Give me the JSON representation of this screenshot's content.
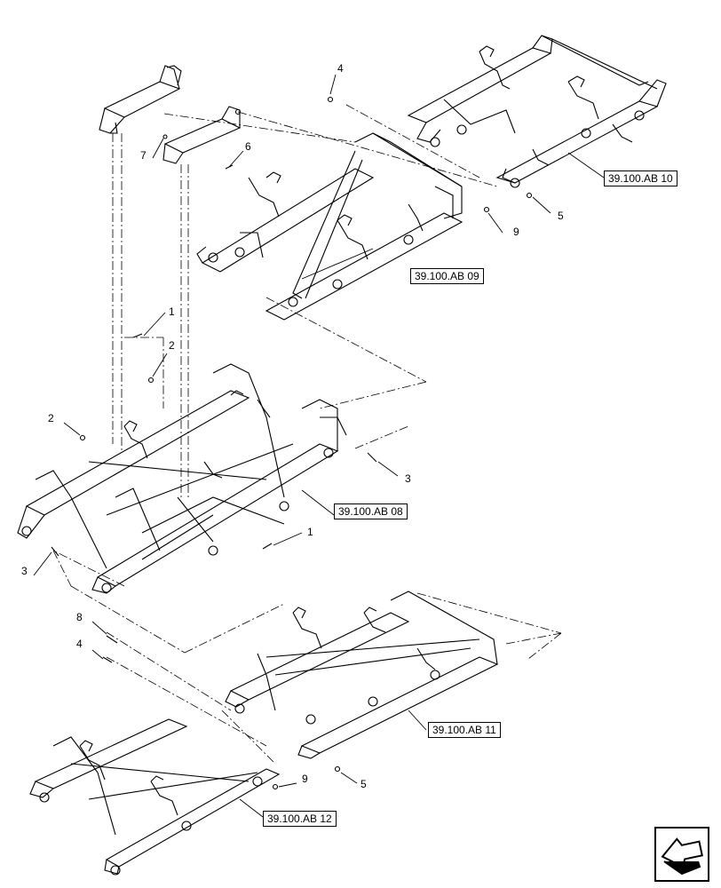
{
  "references": {
    "ab10": "39.100.AB 10",
    "ab09": "39.100.AB 09",
    "ab08": "39.100.AB 08",
    "ab11": "39.100.AB 11",
    "ab12": "39.100.AB 12"
  },
  "callouts": {
    "c4_top": "4",
    "c7": "7",
    "c6": "6",
    "c5_top": "5",
    "c9_top": "9",
    "c1_upper": "1",
    "c2_upper": "2",
    "c2_left": "2",
    "c3_right": "3",
    "c1_lower": "1",
    "c3_left": "3",
    "c8": "8",
    "c4_bottom": "4",
    "c5_bottom": "5",
    "c9_bottom": "9"
  },
  "icons": {
    "navigation": "next-page-arrow-icon"
  }
}
